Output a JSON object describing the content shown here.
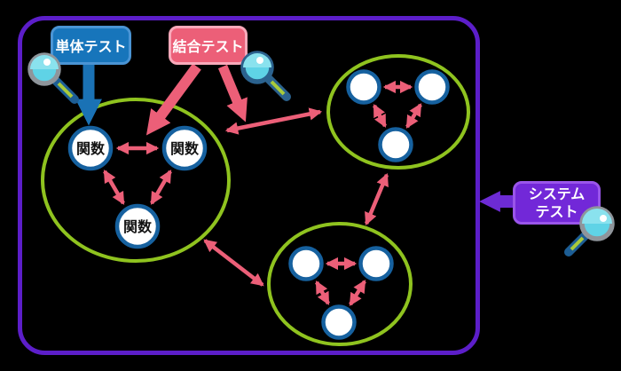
{
  "diagram": {
    "background_color": "#000000",
    "frame_color": "#5c1ec9",
    "cluster_outline_color": "#8fc31f",
    "arrow_color": "#ec5f78",
    "node_border_color": "#16619f",
    "node_fill_color": "#ffffff"
  },
  "labels": {
    "unit_test": {
      "text": "単体テスト",
      "bg": "#1775bb",
      "border_color": "#4a94d4",
      "arrow_color": "#1a72b5"
    },
    "integration_test": {
      "text": "結合テスト",
      "bg": "#ec5f78",
      "border_color": "#f8a9ba",
      "arrow_color": "#ec5f78"
    },
    "system_test": {
      "line1": "システム",
      "line2": "テスト",
      "bg": "#7228d8",
      "border_color": "#9a55ea",
      "arrow_color": "#6d2bd4"
    }
  },
  "clusters": {
    "unit": {
      "node_labels": [
        "関数",
        "関数",
        "関数"
      ]
    }
  },
  "icons": {
    "magnifier_lens_color": "#5fd3e6",
    "magnifier_count": 3
  }
}
